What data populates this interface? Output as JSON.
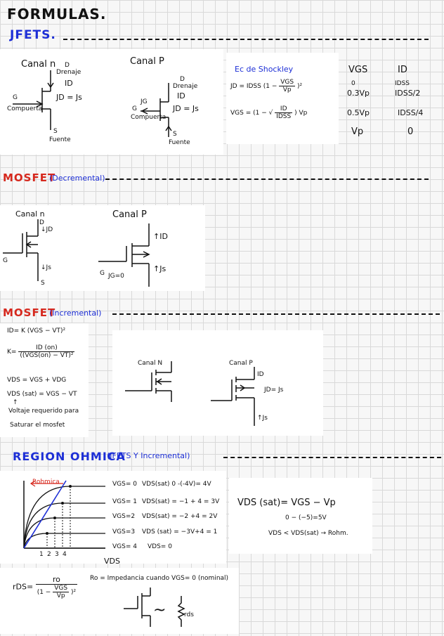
{
  "header": {
    "title": "FORMULAS.",
    "subtitle": "JFETS."
  },
  "jfet": {
    "canal_n": {
      "label": "Canal n",
      "d": "D",
      "drenaje": "Drenaje",
      "id": "ID",
      "eq": "JD = Js",
      "g": "G",
      "compuerta": "Compuerta",
      "s": "S",
      "fuente": "Fuente"
    },
    "canal_p": {
      "label": "Canal P",
      "d": "D",
      "drenaje": "Drenaje",
      "id": "ID",
      "jg": "JG",
      "eq": "JD = Js",
      "g": "G",
      "compuerta": "Compuerta",
      "s": "S",
      "fuente": "Fuente"
    },
    "shockley": {
      "title": "Ec de Shockley",
      "eq1_left": "JD = IDSS (1 −",
      "eq1_num": "VGS",
      "eq1_den": "Vp",
      "eq1_right": ")²",
      "eq2_left": "VGS = (1 − √",
      "eq2_num": "ID",
      "eq2_den": "IDSS",
      "eq2_right": ") Vp"
    },
    "table": {
      "col1": "VGS",
      "col2": "ID",
      "rows": [
        {
          "vgs": "0",
          "id": "IDSS"
        },
        {
          "vgs": "0.3Vp",
          "id": "IDSS/2"
        },
        {
          "vgs": "0.5Vp",
          "id": "IDSS/4"
        },
        {
          "vgs": "Vp",
          "id": "0"
        }
      ]
    }
  },
  "mosfet_dec": {
    "title": "MOSFET",
    "title_note": "(Decremental)",
    "canal_n": {
      "label": "Canal n",
      "d": "D",
      "jd": "↓JD",
      "g": "G",
      "js": "↓Js",
      "s": "S"
    },
    "canal_p": {
      "label": "Canal P",
      "id": "↑ID",
      "is": "↑Js",
      "g": "G",
      "jg": "JG=0"
    }
  },
  "mosfet_inc": {
    "title": "MOSFET",
    "title_note": "(Incremental)",
    "eq_id": "ID= K (VGS − VT)²",
    "eq_k_left": "K=",
    "eq_k_num": "ID (on)",
    "eq_k_den": "((VGS(on) − VT)²",
    "eq_vds": "VDS = VGS + VDG",
    "eq_vds_sat": "VDS (sat) = VGS − VT",
    "arrow": "↑",
    "note_line1": "Voltaje requerido para",
    "note_line2": "Saturar el mosfet",
    "canal_n": {
      "label": "Canal N"
    },
    "canal_p": {
      "label": "Canal P",
      "id": "ID",
      "eq": "JD= Js",
      "js": "↑Js"
    }
  },
  "ohmica": {
    "title": "REGION OHMICA",
    "title_note": "(JFETS Y Incremental)",
    "graph": {
      "rohmica": "Rohmica",
      "xticks": [
        "1",
        "2",
        "3",
        "4"
      ],
      "xlabel": "VDS",
      "curves": [
        {
          "vgs": "VGS= 0",
          "calc": "VDS(sat) 0 -(-4V)= 4V"
        },
        {
          "vgs": "VGS= 1",
          "calc": "VDS(sat) = −1 + 4 = 3V"
        },
        {
          "vgs": "VGS=2",
          "calc": "VDS(sat) = −2 +4 = 2V"
        },
        {
          "vgs": "VGS=3",
          "calc": "VDS (sat) = −3V+4 = 1"
        },
        {
          "vgs": "VGS= 4",
          "calc": "VDS= 0"
        }
      ]
    },
    "right": {
      "eq": "VDS (sat)= VGS − Vp",
      "calc": "0 − (−5)=5V",
      "cond": "VDS < VDS(sat) → Rohm."
    },
    "rds": {
      "left": "rDS=",
      "num": "ro",
      "den_left": "(1 −",
      "den_num": "VGS",
      "den_den": "Vp",
      "den_right": ")²"
    },
    "ro_def": "Ro = Impedancia cuando VGS= 0 (nominal)",
    "tilde": "~",
    "rds_label": "rds"
  }
}
